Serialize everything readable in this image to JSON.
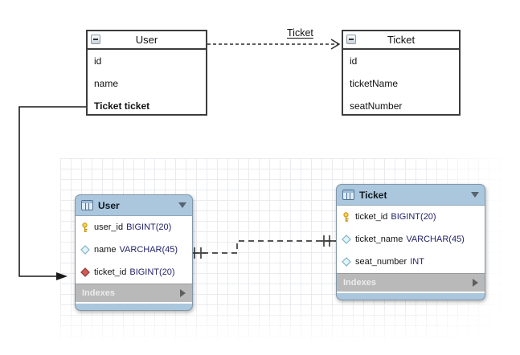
{
  "uml": {
    "user_class": {
      "title": "User",
      "fields": [
        "id",
        "name",
        "Ticket ticket"
      ],
      "collapse_icon": "minus-icon"
    },
    "ticket_class": {
      "title": "Ticket",
      "fields": [
        "id",
        "ticketName",
        "seatNumber"
      ],
      "collapse_icon": "minus-icon"
    },
    "association_label": "Ticket"
  },
  "er": {
    "user_table": {
      "title": "User",
      "header_icon": "table-icon",
      "expand_icon": "triangle-down-icon",
      "columns": [
        {
          "name": "user_id",
          "type": "BIGINT(20)",
          "icon": "primary-key-icon"
        },
        {
          "name": "name",
          "type": "VARCHAR(45)",
          "icon": "column-diamond-icon"
        },
        {
          "name": "ticket_id",
          "type": "BIGINT(20)",
          "icon": "foreign-key-diamond-icon"
        }
      ],
      "footer": "Indexes",
      "footer_icon": "triangle-right-icon"
    },
    "ticket_table": {
      "title": "Ticket",
      "header_icon": "table-icon",
      "expand_icon": "triangle-down-icon",
      "columns": [
        {
          "name": "ticket_id",
          "type": "BIGINT(20)",
          "icon": "primary-key-icon"
        },
        {
          "name": "ticket_name",
          "type": "VARCHAR(45)",
          "icon": "column-diamond-icon"
        },
        {
          "name": "seat_number",
          "type": "INT",
          "icon": "column-diamond-icon"
        }
      ],
      "footer": "Indexes",
      "footer_icon": "triangle-right-icon"
    },
    "relationship": "one-to-one-dashed"
  },
  "colors": {
    "table_header": "#aac7de",
    "indexes_bar": "#b9b9b9",
    "primary_key_icon": "#ffd24d",
    "foreign_key_icon": "#d25b52",
    "column_icon_fill": "#e4f5f9",
    "column_icon_border": "#7fb2c8",
    "column_type_text": "#23236b",
    "connector": "#3f3f3f",
    "grid_line": "#e9ebee"
  }
}
